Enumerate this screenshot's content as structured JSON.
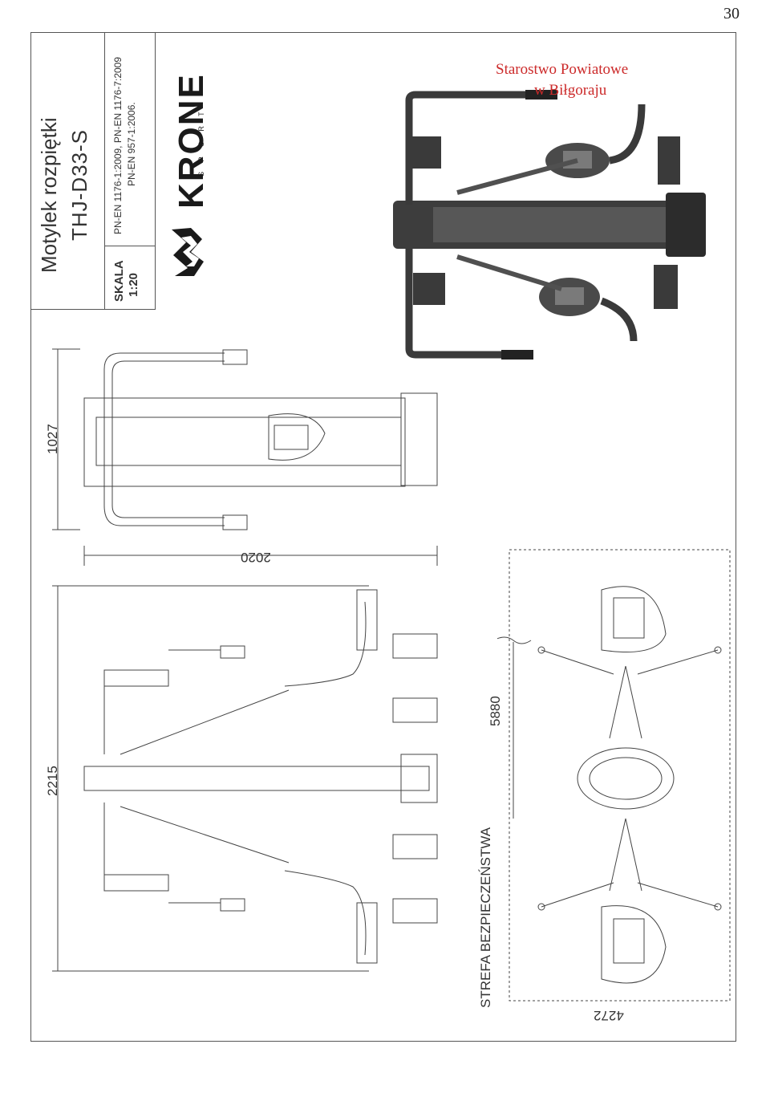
{
  "page_number": "30",
  "title": {
    "name": "Motylek rozpiętki",
    "model": "THJ-D33-S"
  },
  "standards": {
    "line1": "PN-EN 1176-1:2009, PN-EN 1176-7:2009",
    "line2": "PN-EN 957-1:2006."
  },
  "scale": {
    "label": "SKALA",
    "value": "1:20"
  },
  "brand": {
    "name": "KRONE",
    "sub": "S P O R T"
  },
  "stamp": {
    "line1": "Starostwo Powiatowe",
    "line2": "w Biłgoraju"
  },
  "dimensions": {
    "width_top": "1027",
    "length": "2020",
    "height_side": "2215",
    "zone_length": "5880",
    "zone_width": "4272"
  },
  "safety_zone_label": "STREFA BEZPIECZEŃSTWA",
  "colors": {
    "stamp_red": "#cc2a2a",
    "line": "#444444",
    "render_dark": "#3a3a3a"
  }
}
